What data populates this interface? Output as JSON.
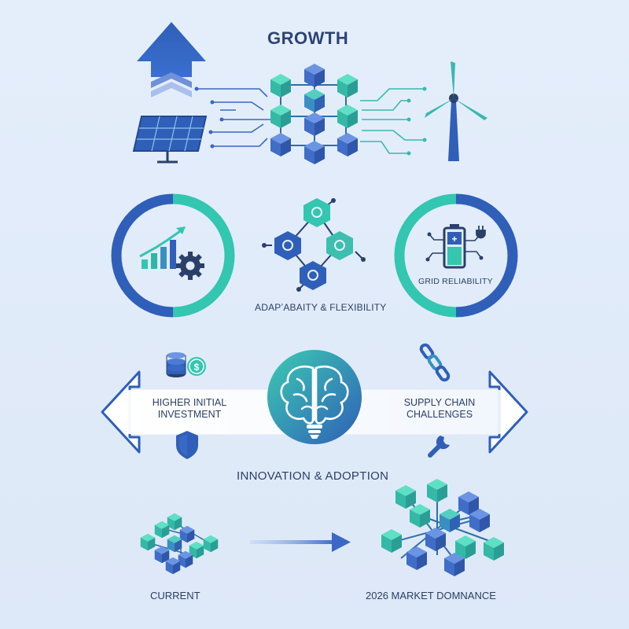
{
  "colors": {
    "background": "#e1ebf9",
    "primary_blue": "#2f5fb8",
    "navy": "#2b3f6b",
    "teal": "#33c6b0",
    "cube_teal": "#3cc4ae",
    "cube_blue": "#3a68c4"
  },
  "header": {
    "title": "GROWTH"
  },
  "metrics": {
    "adaptability": "ADAPʼABAITY & FLEXIBILITY",
    "grid_reliability": "GRID RELIABILITY"
  },
  "challenges": {
    "left_line1": "HIGHER INITIAL",
    "left_line2": "INVESTMENT",
    "right_line1": "SUPPLY CHAIN",
    "right_line2": "CHALLENGES"
  },
  "innovation": {
    "label": "INNOVATION & ADOPTION"
  },
  "progression": {
    "current": "CURRENT",
    "future": "2026 MARKET DOMNANCE"
  },
  "icons": {
    "top": [
      "up-arrow-icon",
      "solar-panel-icon",
      "cube-network-icon",
      "wind-turbine-icon"
    ],
    "middle": [
      "growth-chart-gear-icon",
      "hexagon-network-icon",
      "battery-icon"
    ],
    "challenges": [
      "coins-icon",
      "shield-icon",
      "chain-link-icon",
      "wrench-icon",
      "brain-bulb-icon"
    ]
  }
}
